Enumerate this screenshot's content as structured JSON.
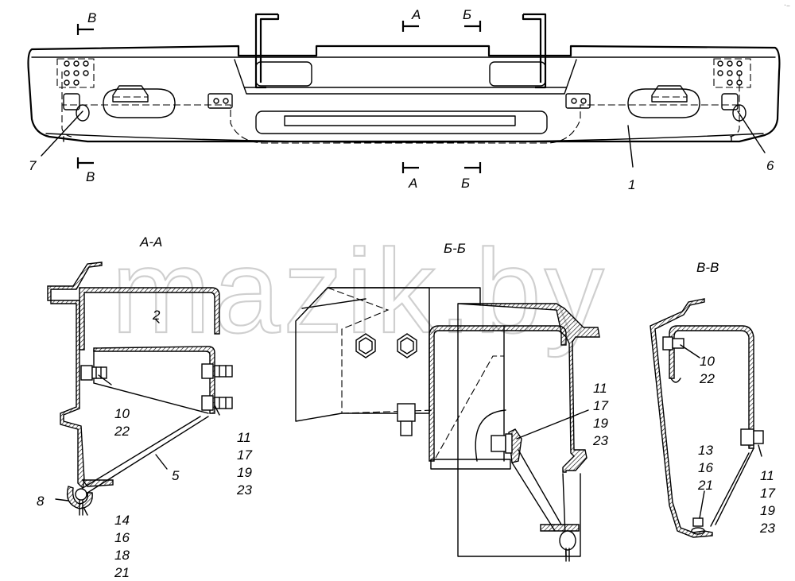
{
  "watermark": "mazik.by",
  "corner_mark": "·–",
  "views": {
    "front": {
      "part_labels": {
        "p1": "1",
        "p6": "6",
        "p7": "7"
      },
      "cut_marks": {
        "a_top": "А",
        "a_bottom": "А",
        "b_top": "Б",
        "b_bottom": "Б",
        "v_top": "В",
        "v_bottom": "В"
      }
    },
    "section_aa": {
      "title": "А-А",
      "labels": {
        "p2": "2",
        "p5": "5",
        "p8": "8",
        "p10": "10",
        "p22": "22",
        "p11": "11",
        "p17": "17",
        "p19": "19",
        "p23": "23",
        "p14": "14",
        "p16": "16",
        "p18": "18",
        "p21": "21"
      }
    },
    "section_bb": {
      "title": "Б-Б",
      "labels": {
        "p11": "11",
        "p17": "17",
        "p19": "19",
        "p23": "23"
      }
    },
    "section_vv": {
      "title": "В-В",
      "labels": {
        "p10": "10",
        "p22": "22",
        "p13": "13",
        "p16": "16",
        "p21": "21",
        "p11": "11",
        "p17": "17",
        "p19": "19",
        "p23": "23"
      }
    }
  }
}
